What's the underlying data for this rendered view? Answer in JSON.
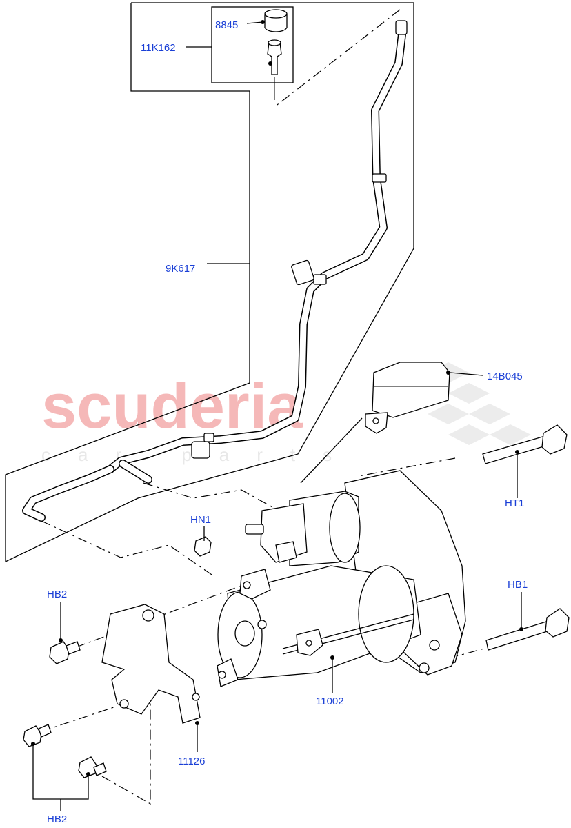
{
  "watermark": {
    "brand": "scuderia",
    "sub": "car parts"
  },
  "callouts": {
    "cap": "8845",
    "valve_kit": "11K162",
    "vent_pipe": "9K617",
    "relay_module": "14B045",
    "bolt_top": "HT1",
    "nut": "HN1",
    "bolt_left": "HB2",
    "bolt_right": "HB1",
    "starter_motor": "11002",
    "bracket": "11126",
    "bolt_bottom": "HB2"
  },
  "colors": {
    "callout": "#1a3fd6",
    "watermark": "#f5b8b8",
    "line": "#000000"
  }
}
